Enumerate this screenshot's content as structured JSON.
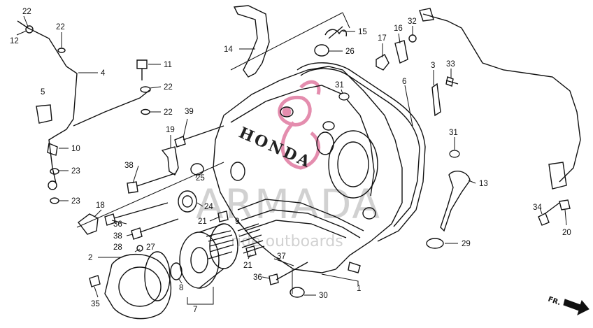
{
  "diagram": {
    "brand_text": "HONDA",
    "watermark": {
      "main": "ARMADA",
      "sub": "ride outboards",
      "logo_color": "#e07aa0"
    },
    "direction_label": "FR.",
    "callouts": [
      {
        "id": "c22a",
        "label": "22"
      },
      {
        "id": "c12",
        "label": "12"
      },
      {
        "id": "c22b",
        "label": "22"
      },
      {
        "id": "c4",
        "label": "4"
      },
      {
        "id": "c5",
        "label": "5"
      },
      {
        "id": "c10",
        "label": "10"
      },
      {
        "id": "c23a",
        "label": "23"
      },
      {
        "id": "c23b",
        "label": "23"
      },
      {
        "id": "c11",
        "label": "11"
      },
      {
        "id": "c22c",
        "label": "22"
      },
      {
        "id": "c22d",
        "label": "22"
      },
      {
        "id": "c39",
        "label": "39"
      },
      {
        "id": "c19",
        "label": "19"
      },
      {
        "id": "c38a",
        "label": "38"
      },
      {
        "id": "c25",
        "label": "25"
      },
      {
        "id": "c18",
        "label": "18"
      },
      {
        "id": "c36a",
        "label": "36"
      },
      {
        "id": "c24",
        "label": "24"
      },
      {
        "id": "c38b",
        "label": "38"
      },
      {
        "id": "c21a",
        "label": "21"
      },
      {
        "id": "c9",
        "label": "9"
      },
      {
        "id": "c28",
        "label": "28"
      },
      {
        "id": "c27",
        "label": "27"
      },
      {
        "id": "c2",
        "label": "2"
      },
      {
        "id": "c21b",
        "label": "21"
      },
      {
        "id": "c37",
        "label": "37"
      },
      {
        "id": "c36b",
        "label": "36"
      },
      {
        "id": "c8",
        "label": "8"
      },
      {
        "id": "c35",
        "label": "35"
      },
      {
        "id": "c7",
        "label": "7"
      },
      {
        "id": "c30",
        "label": "30"
      },
      {
        "id": "c1",
        "label": "1"
      },
      {
        "id": "c14",
        "label": "14"
      },
      {
        "id": "c15",
        "label": "15"
      },
      {
        "id": "c26",
        "label": "26"
      },
      {
        "id": "c17",
        "label": "17"
      },
      {
        "id": "c16",
        "label": "16"
      },
      {
        "id": "c32",
        "label": "32"
      },
      {
        "id": "c3",
        "label": "3"
      },
      {
        "id": "c33",
        "label": "33"
      },
      {
        "id": "c6",
        "label": "6"
      },
      {
        "id": "c31a",
        "label": "31"
      },
      {
        "id": "c31b",
        "label": "31"
      },
      {
        "id": "c13",
        "label": "13"
      },
      {
        "id": "c29",
        "label": "29"
      },
      {
        "id": "c34",
        "label": "34"
      },
      {
        "id": "c20",
        "label": "20"
      }
    ]
  }
}
